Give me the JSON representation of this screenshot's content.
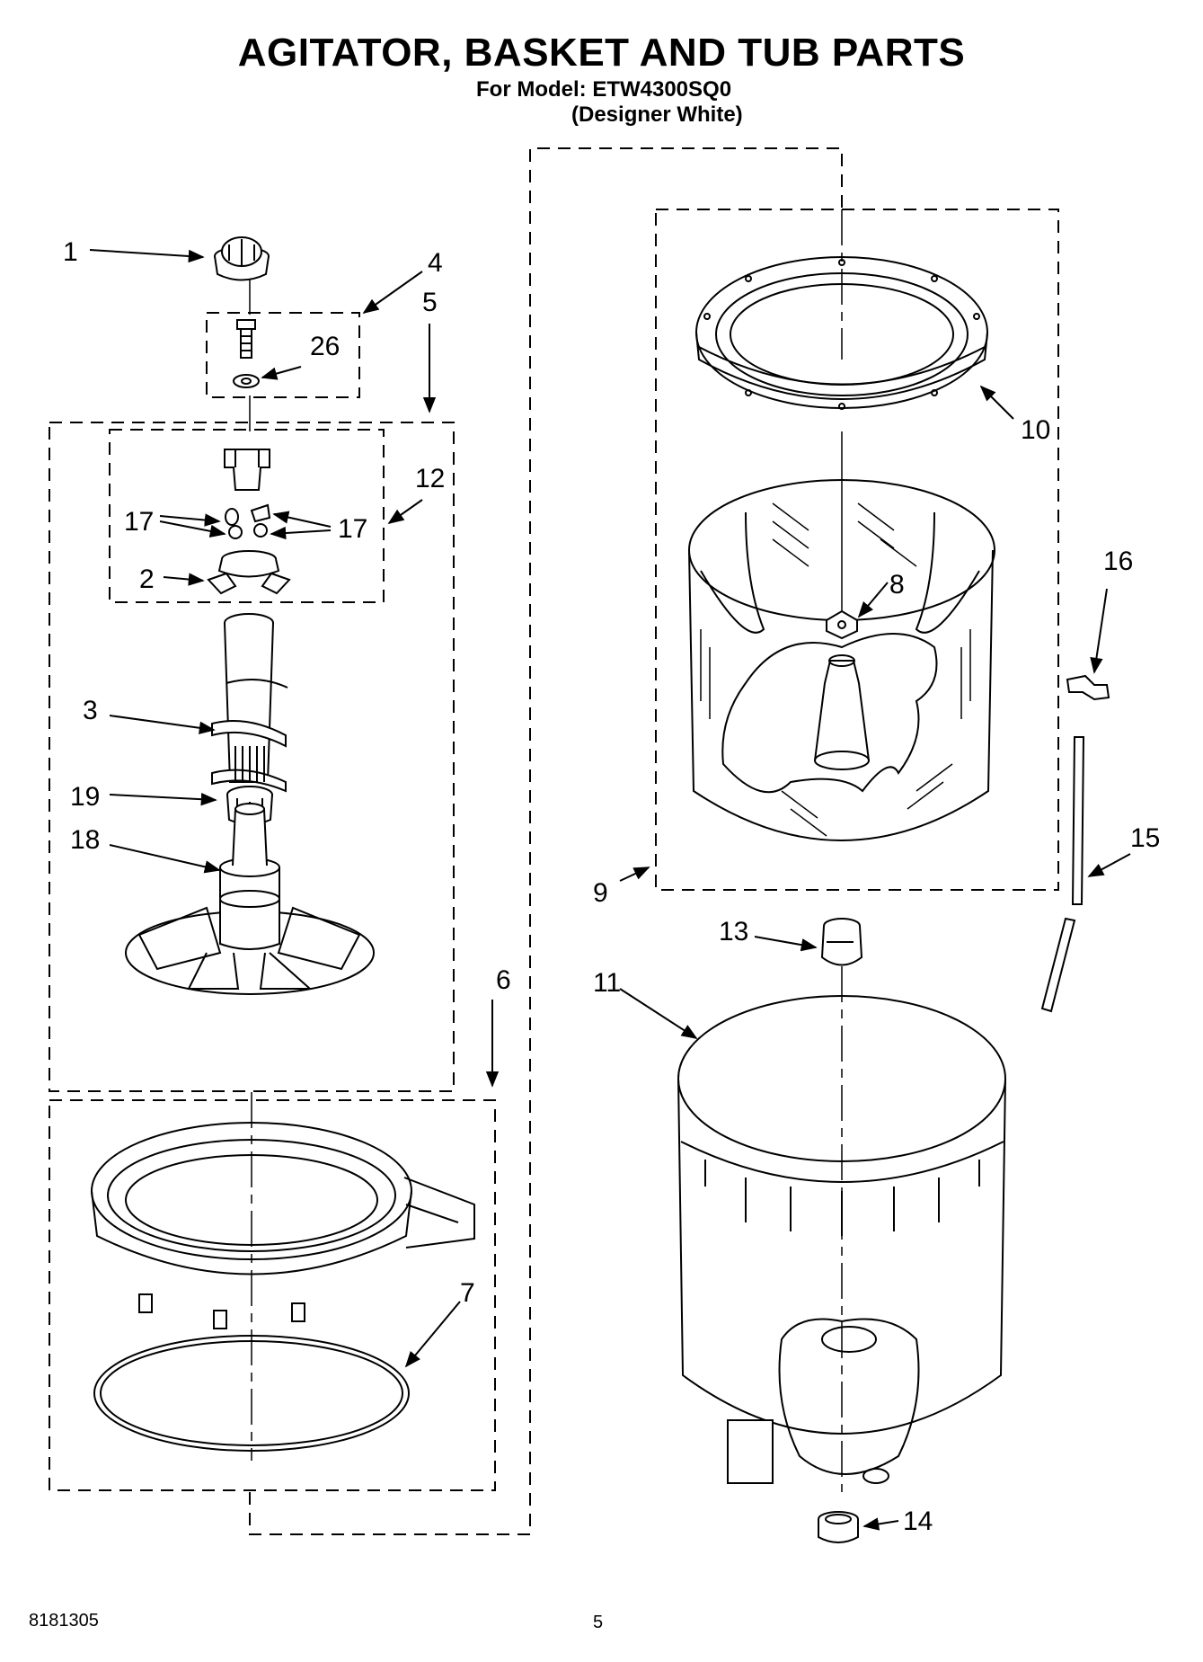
{
  "header": {
    "title": "AGITATOR, BASKET AND TUB PARTS",
    "model_line": "For Model: ETW4300SQ0",
    "finish_line": "(Designer White)"
  },
  "callouts": [
    {
      "id": "c1",
      "label": "1"
    },
    {
      "id": "c4",
      "label": "4"
    },
    {
      "id": "c5",
      "label": "5"
    },
    {
      "id": "c26",
      "label": "26"
    },
    {
      "id": "c12",
      "label": "12"
    },
    {
      "id": "c17a",
      "label": "17"
    },
    {
      "id": "c17b",
      "label": "17"
    },
    {
      "id": "c2",
      "label": "2"
    },
    {
      "id": "c3",
      "label": "3"
    },
    {
      "id": "c19",
      "label": "19"
    },
    {
      "id": "c18",
      "label": "18"
    },
    {
      "id": "c6",
      "label": "6"
    },
    {
      "id": "c7",
      "label": "7"
    },
    {
      "id": "c10",
      "label": "10"
    },
    {
      "id": "c8",
      "label": "8"
    },
    {
      "id": "c16",
      "label": "16"
    },
    {
      "id": "c15",
      "label": "15"
    },
    {
      "id": "c9",
      "label": "9"
    },
    {
      "id": "c13",
      "label": "13"
    },
    {
      "id": "c11",
      "label": "11"
    },
    {
      "id": "c14",
      "label": "14"
    }
  ],
  "footer": {
    "doc_number": "8181305",
    "page_number": "5"
  }
}
